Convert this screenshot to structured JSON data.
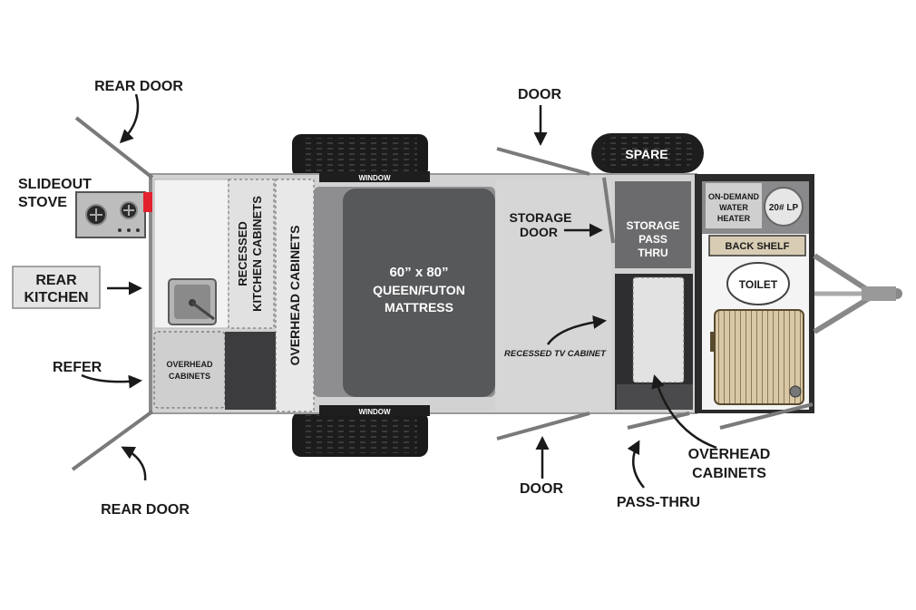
{
  "callouts": {
    "rear_door_top": "REAR DOOR",
    "rear_door_bottom": "REAR DOOR",
    "slideout_stove_line1": "SLIDEOUT",
    "slideout_stove_line2": "STOVE",
    "rear_kitchen_line1": "REAR",
    "rear_kitchen_line2": "KITCHEN",
    "refer": "REFER",
    "door_top": "DOOR",
    "door_bottom": "DOOR",
    "storage_door_line1": "STORAGE",
    "storage_door_line2": "DOOR",
    "overhead_cabinets_line1": "OVERHEAD",
    "overhead_cabinets_line2": "CABINETS",
    "pass_thru": "PASS-THRU"
  },
  "interior": {
    "window_top": "WINDOW",
    "window_bottom": "WINDOW",
    "spare": "SPARE",
    "recessed_kitchen_line1": "RECESSED",
    "recessed_kitchen_line2": "KITCHEN CABINETS",
    "overhead_cabinets_vertical": "OVERHEAD CABINETS",
    "overhead_cabinets_small_line1": "OVERHEAD",
    "overhead_cabinets_small_line2": "CABINETS",
    "mattress_line1": "60” x 80”",
    "mattress_line2": "QUEEN/FUTON",
    "mattress_line3": "MATTRESS",
    "storage_pass_line1": "STORAGE",
    "storage_pass_line2": "PASS",
    "storage_pass_line3": "THRU",
    "recessed_tv": "RECESSED TV CABINET",
    "water_heater_line1": "ON-DEMAND",
    "water_heater_line2": "WATER",
    "water_heater_line3": "HEATER",
    "lp_tank": "20# LP",
    "back_shelf": "BACK SHELF",
    "toilet": "TOILET"
  },
  "colors": {
    "body_gray": "#d2d2d2",
    "mattress": "#57585a",
    "dark_cabinet": "#3c3c3e",
    "bathroom_frame": "#2b2b2b",
    "shower_floor": "#d9c8a6",
    "accent_red": "#e3212d"
  }
}
